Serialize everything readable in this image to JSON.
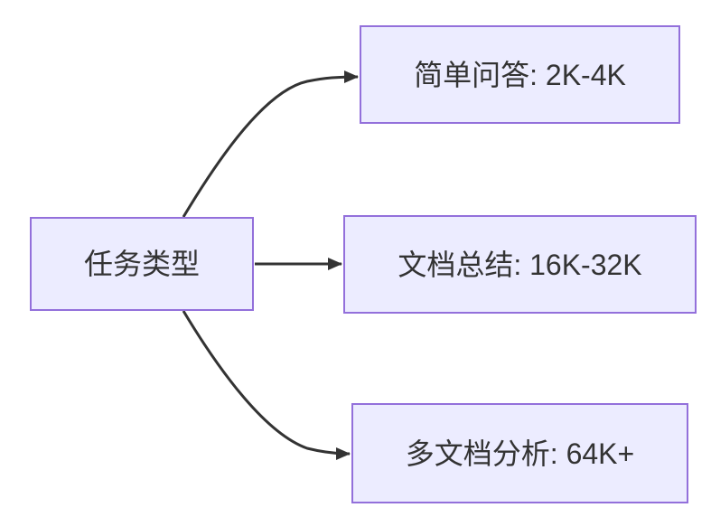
{
  "diagram": {
    "type": "flowchart",
    "direction": "left-to-right",
    "colors": {
      "background": "#ffffff",
      "node_fill": "#ECECFF",
      "node_border": "#9370DB",
      "text_color": "#333333",
      "arrow_color": "#333333"
    },
    "nodes": {
      "root": {
        "label": "任务类型"
      },
      "children": [
        {
          "label": "简单问答: 2K-4K"
        },
        {
          "label": "文档总结: 16K-32K"
        },
        {
          "label": "多文档分析: 64K+"
        }
      ]
    },
    "edges": [
      {
        "from": "任务类型",
        "to": "简单问答: 2K-4K"
      },
      {
        "from": "任务类型",
        "to": "文档总结: 16K-32K"
      },
      {
        "from": "任务类型",
        "to": "多文档分析: 64K+"
      }
    ]
  }
}
